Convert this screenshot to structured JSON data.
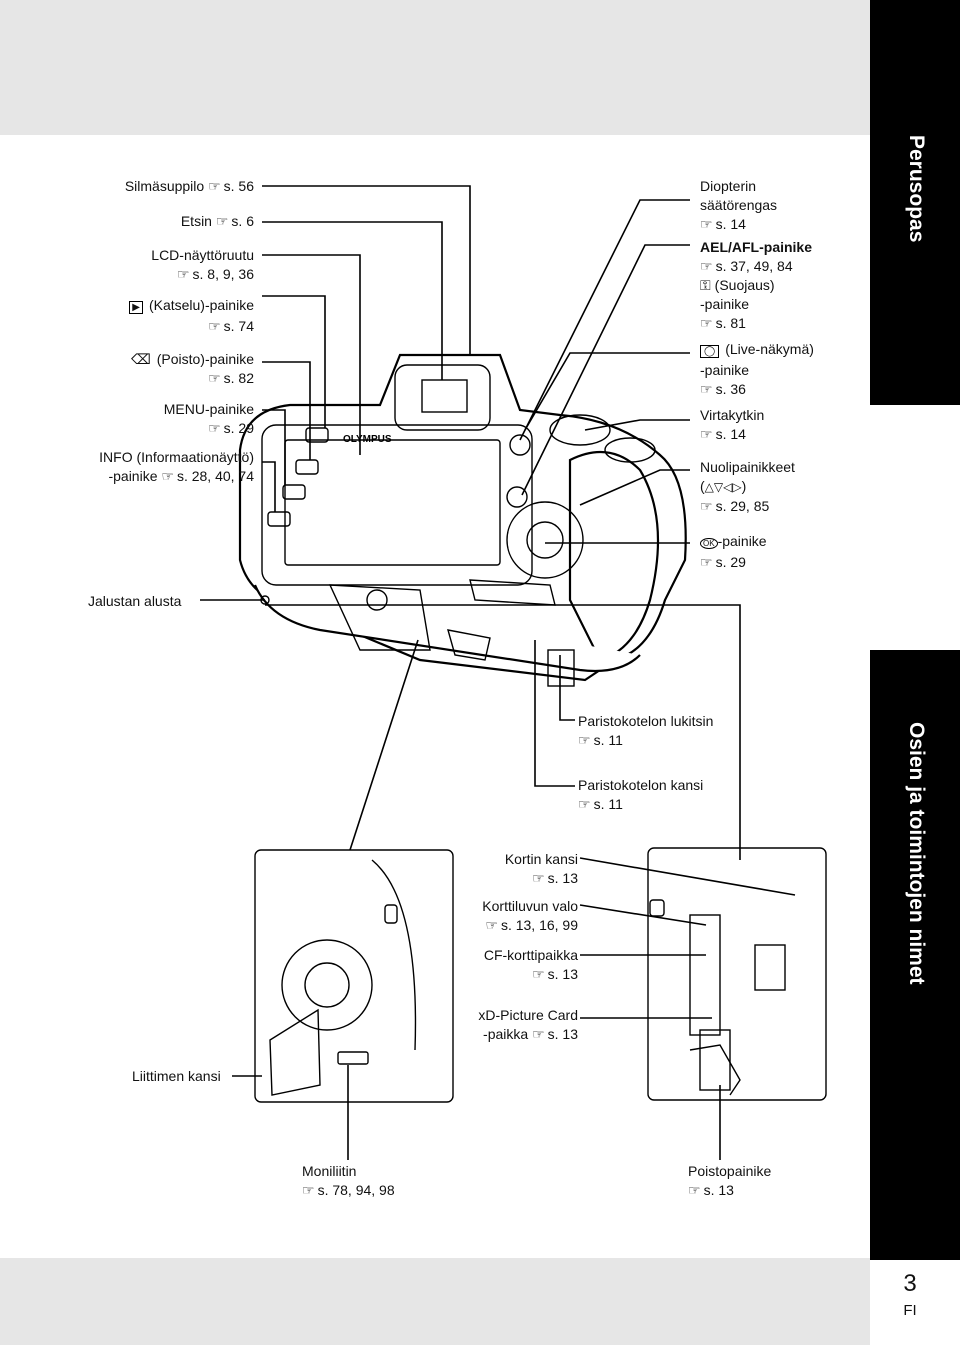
{
  "side_tabs": {
    "top": "Perusopas",
    "bottom": "Osien ja toimintojen nimet"
  },
  "page": {
    "number": "3",
    "lang": "FI"
  },
  "logo": "OLYMPUS",
  "labels": {
    "silmasuppilo": {
      "name": "Silmäsuppilo",
      "ref": "s. 56"
    },
    "etsin": {
      "name": "Etsin",
      "ref": "s. 6"
    },
    "lcd": {
      "name": "LCD-näyttöruutu",
      "ref": "s. 8, 9, 36"
    },
    "katselu": {
      "name": "(Katselu)-painike",
      "ref": "s. 74"
    },
    "poisto": {
      "name": "(Poisto)-painike",
      "ref": "s. 82"
    },
    "menu": {
      "name": "MENU-painike",
      "ref": "s. 29"
    },
    "info": {
      "name1": "INFO (Informaationäyttö)",
      "name2": "-painike",
      "ref": "s. 28, 40, 74"
    },
    "jalusta": {
      "name": "Jalustan alusta"
    },
    "liitin": {
      "name": "Liittimen kansi"
    },
    "diopteri": {
      "name1": "Diopterin",
      "name2": "säätörengas",
      "ref": "s. 14"
    },
    "ael": {
      "name": "AEL/AFL-painike",
      "ref": "s. 37, 49, 84",
      "name2": "(Suojaus)",
      "name3": "-painike",
      "ref2": "s. 81"
    },
    "live": {
      "name1": "(Live-näkymä)",
      "name2": "-painike",
      "ref": "s. 36"
    },
    "virta": {
      "name": "Virtakytkin",
      "ref": "s. 14"
    },
    "nuoli": {
      "name": "Nuolipainikkeet",
      "name2": "(",
      "name3": ")",
      "ref": "s. 29, 85"
    },
    "ok": {
      "name": "-painike",
      "ref": "s. 29"
    },
    "lukitsin": {
      "name": "Paristokotelon lukitsin",
      "ref": "s. 11"
    },
    "paristo": {
      "name": "Paristokotelon kansi",
      "ref": "s. 11"
    },
    "kortin": {
      "name": "Kortin kansi",
      "ref": "s. 13"
    },
    "korttiluvun": {
      "name": "Korttiluvun valo",
      "ref": "s. 13, 16, 99"
    },
    "cf": {
      "name": "CF-korttipaikka",
      "ref": "s. 13"
    },
    "xd": {
      "name1": "xD-Picture Card",
      "name2": "-paikka",
      "ref": "s. 13"
    },
    "moni": {
      "name": "Moniliitin",
      "ref": "s. 78, 94, 98"
    },
    "poistopainike": {
      "name": "Poistopainike",
      "ref": "s. 13"
    }
  }
}
